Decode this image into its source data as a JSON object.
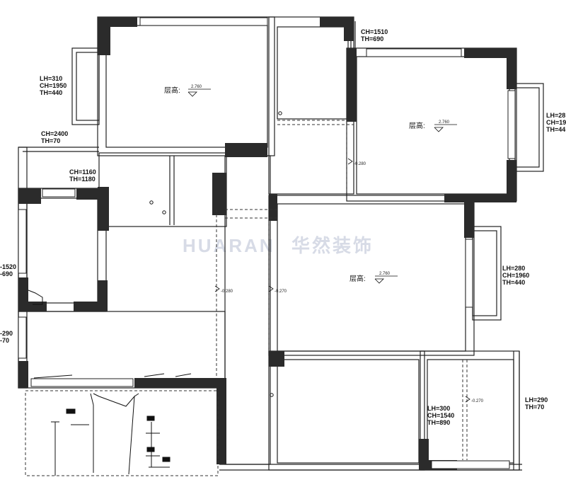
{
  "watermark": {
    "latin": "HUARAN",
    "cjk": "华然装饰"
  },
  "rooms": [
    {
      "id": "room-top-left",
      "height_label": "层高:",
      "height_value": "2.760"
    },
    {
      "id": "room-top-right",
      "height_label": "层高:",
      "height_value": "2.760"
    },
    {
      "id": "room-living",
      "height_label": "层高:",
      "height_value": "2.760"
    }
  ],
  "window_specs": [
    {
      "id": "win-left-upper",
      "lines": [
        "LH=310",
        "CH=1950",
        "TH=440"
      ]
    },
    {
      "id": "win-top-mid",
      "lines": [
        "CH=1510",
        "TH=690"
      ]
    },
    {
      "id": "win-right-upper",
      "lines": [
        "LH=28",
        "CH=19",
        "TH=44"
      ]
    },
    {
      "id": "win-left-balcony-top",
      "lines": [
        "CH=2400",
        "TH=70"
      ]
    },
    {
      "id": "win-inner-small",
      "lines": [
        "CH=1160",
        "TH=1180"
      ]
    },
    {
      "id": "win-left-mid",
      "lines": [
        "-1520",
        "-690"
      ]
    },
    {
      "id": "win-left-lower",
      "lines": [
        "-290",
        "-70"
      ]
    },
    {
      "id": "win-right-mid",
      "lines": [
        "LH=280",
        "CH=1960",
        "TH=440"
      ]
    },
    {
      "id": "win-bottom-right-inner",
      "lines": [
        "LH=300",
        "CH=1540",
        "TH=890"
      ]
    },
    {
      "id": "win-bottom-right-outer",
      "lines": [
        "LH=290",
        "TH=70"
      ]
    }
  ],
  "level_marks": [
    "-0.280",
    "-0.280",
    "-0.270",
    "-0.270"
  ]
}
